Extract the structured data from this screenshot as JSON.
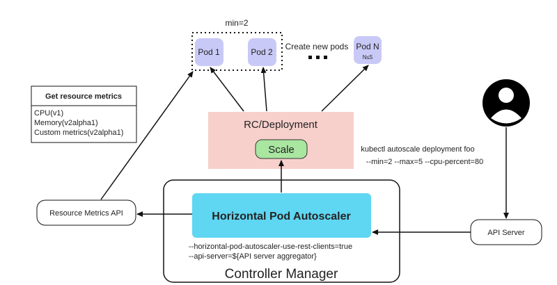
{
  "pods": {
    "min_label": "min=2",
    "pod1": "Pod 1",
    "pod2": "Pod 2",
    "podn": "Pod N",
    "podn_sub": "N≤5",
    "create_label": "Create new pods"
  },
  "metrics_box": {
    "title": "Get resource metrics",
    "lines": [
      "CPU(v1)",
      "Memory(v2alpha1)",
      "Custom metrics(v2alpha1)"
    ]
  },
  "rc": {
    "title": "RC/Deployment",
    "scale": "Scale"
  },
  "kubectl": {
    "line1": "kubectl autoscale deployment foo",
    "line2": "--min=2 --max=5 --cpu-percent=80"
  },
  "controller": {
    "hpa": "Horizontal Pod Autoscaler",
    "flag1": "--horizontal-pod-autoscaler-use-rest-clients=true",
    "flag2": "--api-server=${API server aggregator}",
    "title": "Controller Manager"
  },
  "resource_metrics_api": "Resource Metrics API",
  "api_server": "API Server",
  "icons": {
    "user": "user-icon"
  },
  "colors": {
    "pod": "#c9c9f7",
    "rc": "#f7d0cc",
    "scale": "#a9e6a0",
    "hpa": "#5fd6f2"
  }
}
